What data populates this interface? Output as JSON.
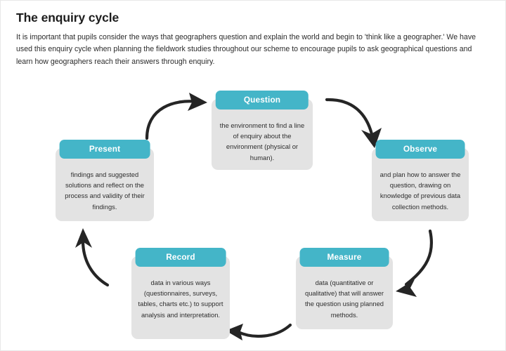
{
  "page": {
    "title": "The enquiry cycle",
    "intro": "It is important that pupils consider the ways that geographers question and explain the world and begin to 'think like a geographer.' We have used this enquiry cycle when planning the fieldwork studies throughout our scheme to encourage pupils to ask geographical questions and learn how geographers reach their answers through enquiry."
  },
  "colors": {
    "header_teal": "#44b5c8",
    "body_gray": "#e3e3e3",
    "arrow": "#252525",
    "text": "#2e2e2e",
    "background": "#ffffff"
  },
  "diagram": {
    "type": "cycle",
    "direction": "clockwise",
    "nodes": [
      {
        "id": "question",
        "header": "Question",
        "body": "the environment to find a line of enquiry about the environment (physical or human)."
      },
      {
        "id": "observe",
        "header": "Observe",
        "body": "and plan how to answer the question, drawing on knowledge of previous data collection methods."
      },
      {
        "id": "measure",
        "header": "Measure",
        "body": "data (quantitative or qualitative) that will answer the question using planned methods."
      },
      {
        "id": "record",
        "header": "Record",
        "body": "data in various ways (questionnaires, surveys, tables, charts etc.) to support analysis and interpretation."
      },
      {
        "id": "present",
        "header": "Present",
        "body": "findings and suggested solutions and reflect on the process and validity of their findings."
      }
    ],
    "arrows": [
      {
        "id": "present-to-question",
        "from": "present",
        "to": "question"
      },
      {
        "id": "question-to-observe",
        "from": "question",
        "to": "observe"
      },
      {
        "id": "observe-to-measure",
        "from": "observe",
        "to": "measure"
      },
      {
        "id": "measure-to-record",
        "from": "measure",
        "to": "record"
      },
      {
        "id": "record-to-present",
        "from": "record",
        "to": "present"
      }
    ]
  }
}
